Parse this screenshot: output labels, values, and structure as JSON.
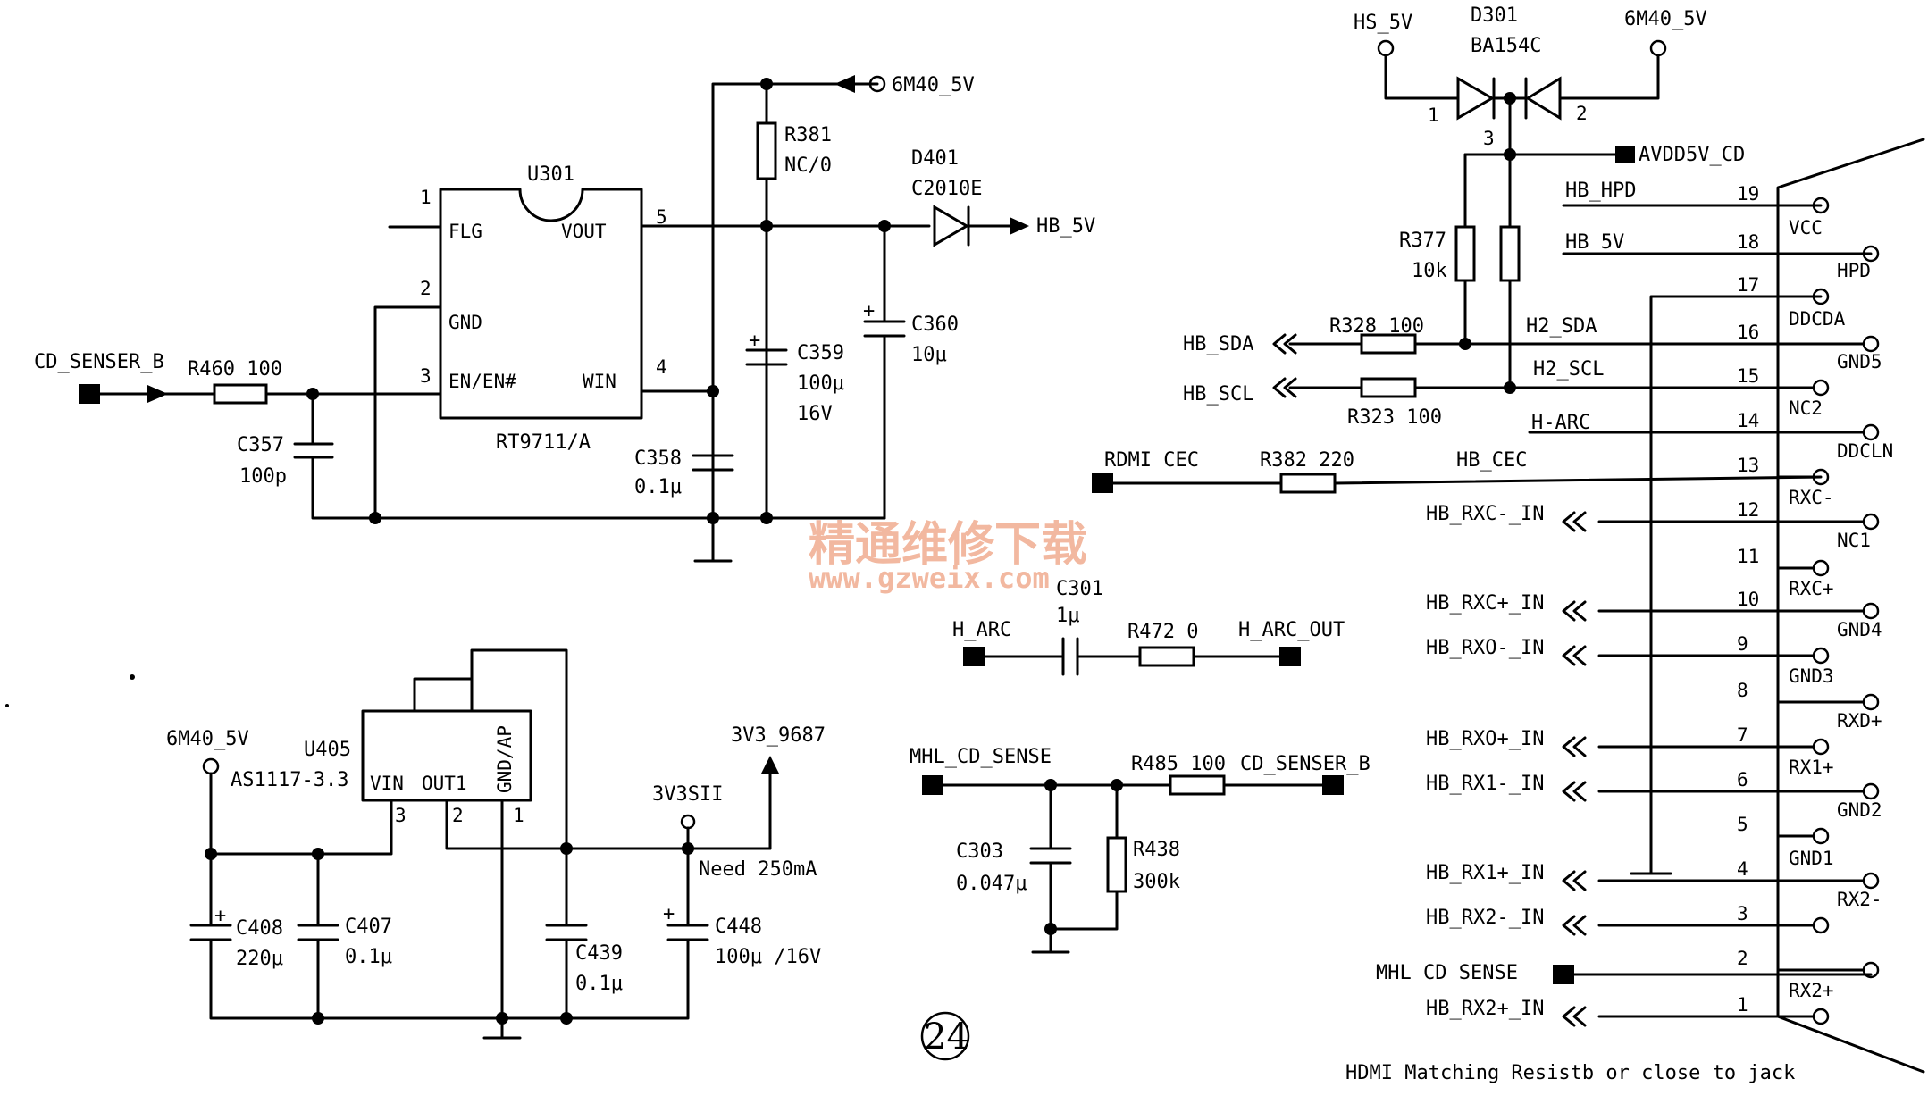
{
  "watermark": {
    "line1": "精通维修下载",
    "line2": "www.gzweix.com"
  },
  "sheet_number": "24",
  "note": "HDMI Matching Resistb or close to jack",
  "u301": {
    "ref": "U301",
    "part": "RT9711/A",
    "pins": {
      "flg": "FLG",
      "gnd": "GND",
      "en": "EN/EN#",
      "vout": "VOUT",
      "win": "WIN"
    },
    "nums": [
      "1",
      "2",
      "3",
      "4",
      "5"
    ]
  },
  "u405": {
    "ref": "U405",
    "part": "AS1117-3.3",
    "pins": {
      "vin": "VIN",
      "out": "OUT1",
      "gnd": "GND/AP"
    },
    "nums": [
      "3",
      "2",
      "1"
    ]
  },
  "d301": {
    "ref": "D301",
    "part": "BA154C",
    "nums": [
      "1",
      "2",
      "3"
    ]
  },
  "d401": {
    "ref": "D401",
    "part": "C2010E"
  },
  "nets": {
    "cd_senser_b": "CD_SENSER_B",
    "m40_top": "6M40_5V",
    "hb_5v_out": "HB_5V",
    "hs_5v": "HS_5V",
    "m40_d301": "6M40_5V",
    "avdd": "AVDD5V_CD",
    "hb_hpd": "HB_HPD",
    "hb_5v_conn": "HB_5V",
    "hb_sda": "HB_SDA",
    "hb_scl": "HB_SCL",
    "h2_sda": "H2_SDA",
    "h2_scl": "H2_SCL",
    "h_arc_conn": "H-ARC",
    "rdmi_cec": "RDMI CEC",
    "hb_cec": "HB_CEC",
    "h_arc": "H_ARC",
    "h_arc_out": "H_ARC_OUT",
    "m40_u405": "6M40_5V",
    "v3_9687": "3V3_9687",
    "v3sii": "3V3SII",
    "need": "Need 250mA",
    "mhl_cd_sense": "MHL_CD_SENSE",
    "cd_senser_b2": "CD_SENSER_B",
    "mhl_cd_sense_conn": "MHL CD SENSE"
  },
  "components": {
    "r460": "R460 100",
    "c357": "C357",
    "c357v": "100p",
    "r381": "R381",
    "r381v": "NC/0",
    "c359": "C359",
    "c359v": "100μ",
    "c359v2": "16V",
    "c360": "C360",
    "c360v": "10μ",
    "c358": "C358",
    "c358v": "0.1μ",
    "r377": "R377",
    "r377v": "10k",
    "r328": "R328 100",
    "r323": "R323 100",
    "r382": "R382 220",
    "c301": "C301",
    "c301v": "1μ",
    "r472": "R472 0",
    "c408": "C408",
    "c408v": "220μ",
    "c407": "C407",
    "c407v": "0.1μ",
    "c439": "C439",
    "c439v": "0.1μ",
    "c448": "C448",
    "c448v": "100μ /16V",
    "r485": "R485 100",
    "c303": "C303",
    "c303v": "0.047μ",
    "r438": "R438",
    "r438v": "300k"
  },
  "connector": {
    "pin_numbers": [
      "19",
      "18",
      "17",
      "16",
      "15",
      "14",
      "13",
      "12",
      "11",
      "10",
      "9",
      "8",
      "7",
      "6",
      "5",
      "4",
      "3",
      "2",
      "1"
    ],
    "right_labels": [
      "VCC",
      "HPD",
      "DDCDA",
      "GND5",
      "NC2",
      "DDCLN",
      "RXC-",
      "NC1",
      "RXC+",
      "GND4",
      "GND3",
      "RXD+",
      "RX1+",
      "GND2",
      "GND1",
      "RX2-",
      "RX2+"
    ],
    "in_nets": [
      "HB_RXC-_IN",
      "HB_RXC+_IN",
      "HB_RXO-_IN",
      "HB_RXO+_IN",
      "HB_RX1-_IN",
      "HB_RX1+_IN",
      "HB_RX2-_IN",
      "HB_RX2+_IN"
    ]
  }
}
